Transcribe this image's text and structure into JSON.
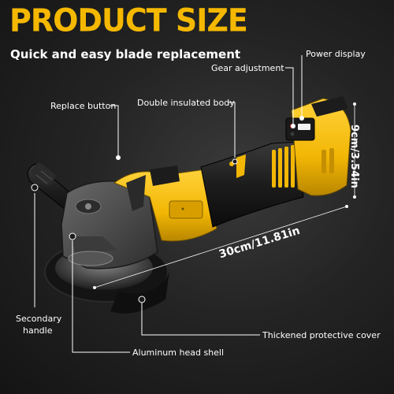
{
  "title": "PRODUCT SIZE",
  "subtitle": "Quick and easy blade replacement",
  "labels": {
    "power_display": "Power display",
    "gear_adjustment": "Gear adjustment",
    "replace_button": "Replace button",
    "double_insulated_body": "Double insulated body",
    "secondary_handle_line1": "Secondary",
    "secondary_handle_line2": "handle",
    "aluminum_head_shell": "Aluminum head shell",
    "thickened_protective_cover": "Thickened protective cover"
  },
  "dimensions": {
    "height": "9cm/3.54in",
    "length": "30cm/11.81in"
  },
  "colors": {
    "title": "#f5b800",
    "tool_yellow": "#f2b705",
    "tool_black": "#1c1c1c",
    "tool_grey": "#4a4a4a",
    "text": "#ffffff"
  }
}
